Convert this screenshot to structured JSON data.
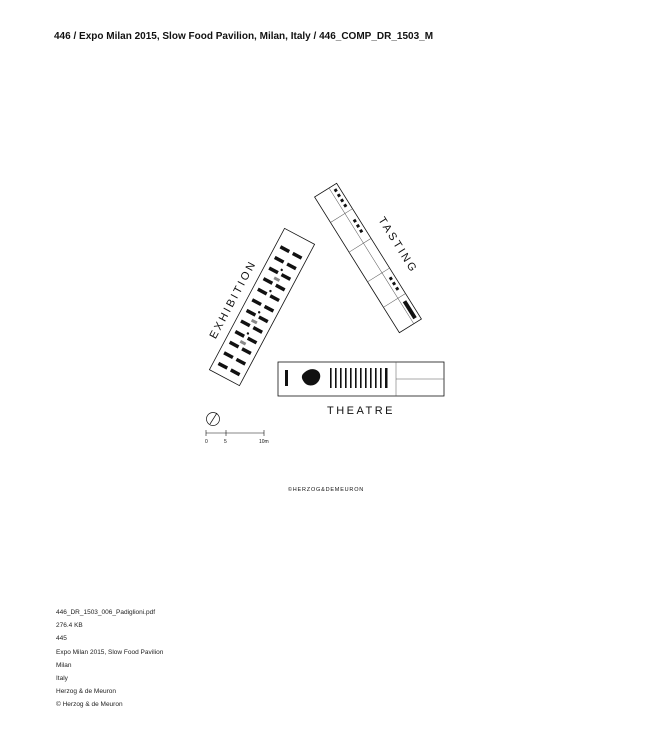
{
  "header": {
    "title": "446 / Expo Milan 2015, Slow Food Pavilion, Milan, Italy / 446_COMP_DR_1503_M"
  },
  "plan": {
    "labels": {
      "exhibition": "EXHIBITION",
      "tasting": "TASTING",
      "theatre": "THEATRE"
    },
    "scale_bar": {
      "tick_0": "0",
      "tick_5": "5",
      "tick_10": "10m"
    },
    "copyright": "©HERZOG&DEMEURON",
    "colors": {
      "ink": "#111111",
      "thin": "#555555"
    }
  },
  "file_info": {
    "filename": "446_DR_1503_006_Padiglioni.pdf",
    "size": "276.4 KB",
    "number": "445",
    "project": "Expo Milan 2015, Slow Food Pavilion",
    "city": "Milan",
    "country": "Italy",
    "architect": "Herzog & de Meuron",
    "copyright": "© Herzog & de Meuron"
  }
}
